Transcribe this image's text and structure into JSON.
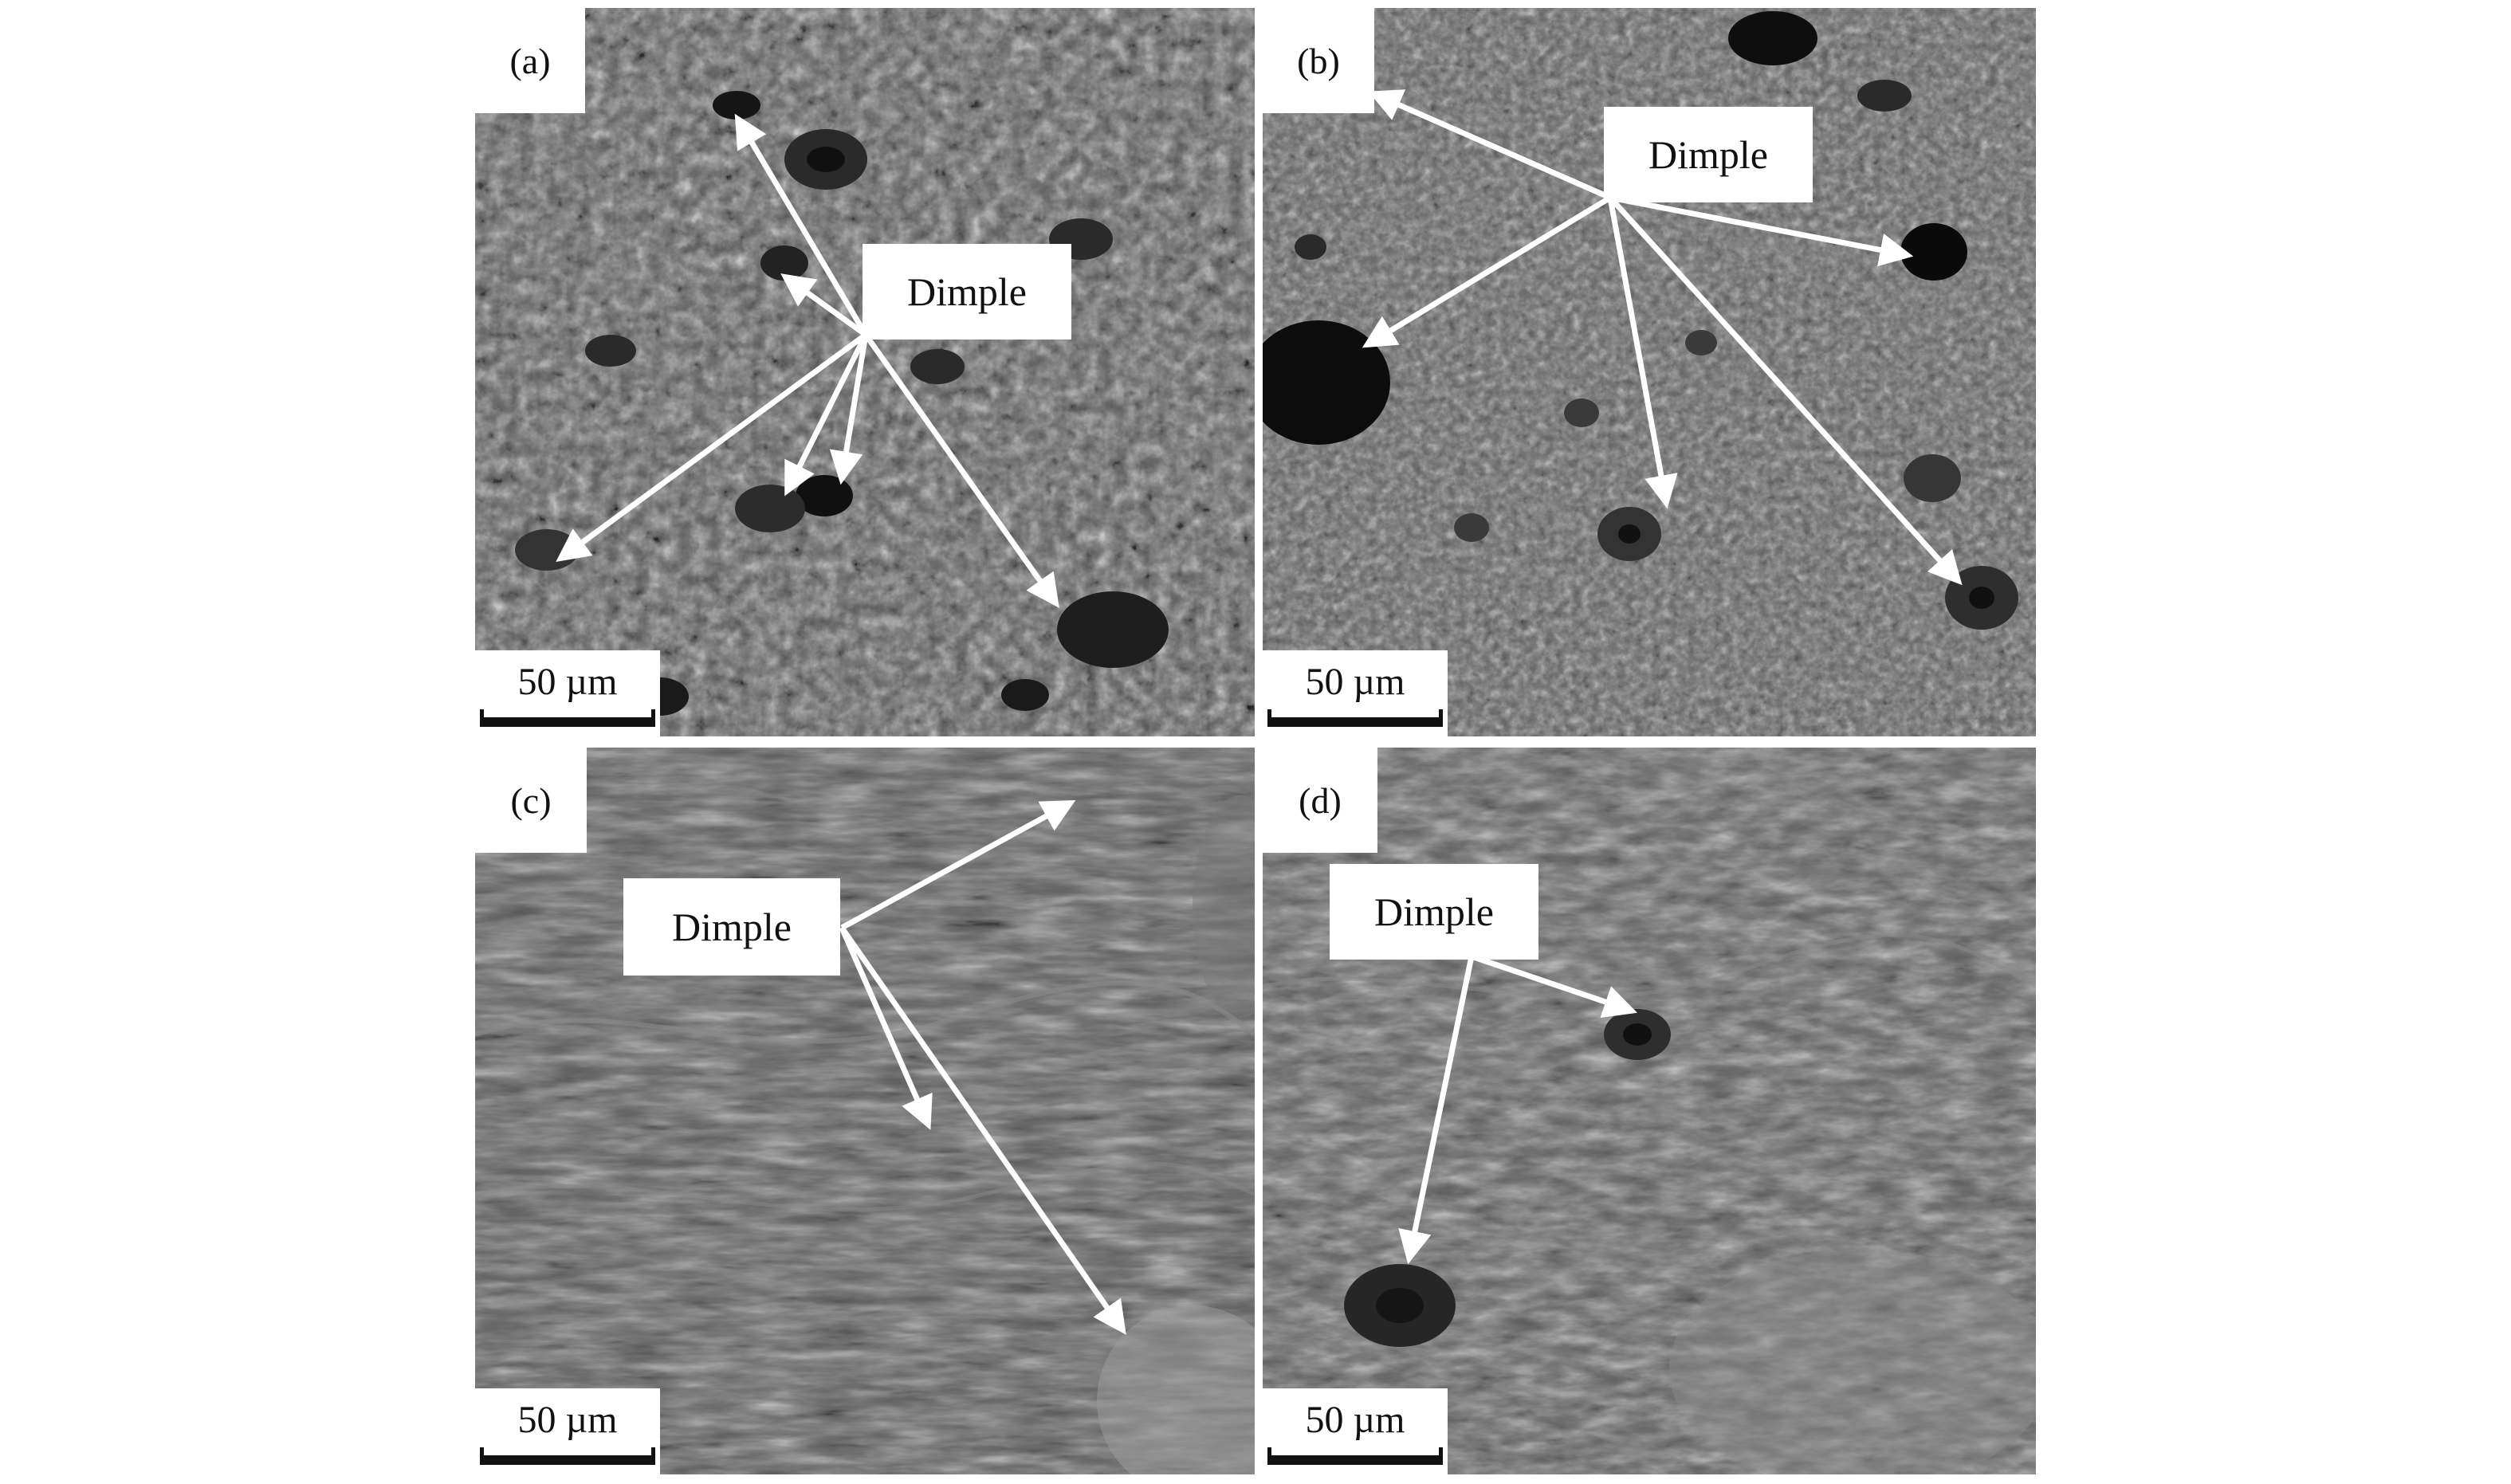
{
  "panels": [
    {
      "label": "(a)",
      "callout": "Dimple",
      "scale": "50 µm"
    },
    {
      "label": "(b)",
      "callout": "Dimple",
      "scale": "50 µm"
    },
    {
      "label": "(c)",
      "callout": "Dimple",
      "scale": "50 µm"
    },
    {
      "label": "(d)",
      "callout": "Dimple",
      "scale": "50 µm"
    }
  ],
  "colors": {
    "background": "#ffffff",
    "arrow": "#ffffff",
    "micrograph": "#5e5e5e"
  }
}
